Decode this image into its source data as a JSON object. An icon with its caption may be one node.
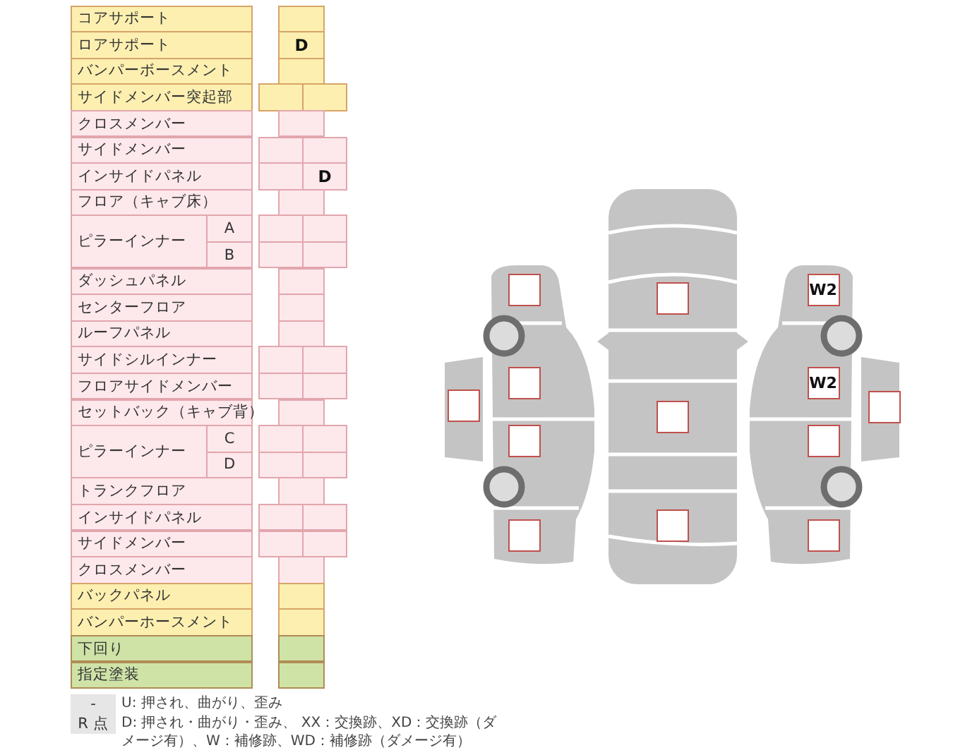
{
  "diagram": {
    "nodes": [
      {
        "text": [],
        "shape": "box"
      },
      {
        "text": [],
        "shape": "box"
      },
      {
        "text": [
          "W2"
        ]
      },
      {
        "text": [],
        "shape": "box"
      },
      {
        "text": [
          "W2"
        ]
      },
      {
        "text": [],
        "shape": "box"
      },
      {
        "text": [],
        "shape": "box"
      },
      {
        "text": [],
        "shape": "box"
      },
      {
        "text": [],
        "shape": "box"
      },
      {
        "text": [],
        "shape": "box"
      },
      {
        "text": [],
        "shape": "box"
      },
      {
        "text": [],
        "shape": "box"
      },
      {
        "text": [],
        "shape": "box"
      }
    ],
    "edges": [],
    "labels": [
      "コアサポート",
      "ロアサポート",
      "D",
      "バンパーボースメント",
      "サイドメンバー突起部",
      "クロスメンバー",
      "サイドメンバー",
      "インサイドパネル",
      "D",
      "フロア（キャブ床）",
      "ピラーインナー",
      "A",
      "B",
      "ダッシュパネル",
      "センターフロア",
      "ルーフパネル",
      "サイドシルインナー",
      "フロアサイドメンバー",
      "セットバック（キャブ背）",
      "ピラーインナー",
      "C",
      "D",
      "トランクフロア",
      "インサイドパネル",
      "サイドメンバー",
      "クロスメンバー",
      "バックパネル",
      "バンパーホースメント",
      "下回り",
      "指定塗装",
      "-",
      "U: 押され、曲がり、歪み",
      "R 点",
      "D: 押され・曲がり・歪み、 XX：交換跡、XD：交換跡（ダメージ有）、W：補修跡、WD：補修跡（ダメージ有）"
    ]
  }
}
